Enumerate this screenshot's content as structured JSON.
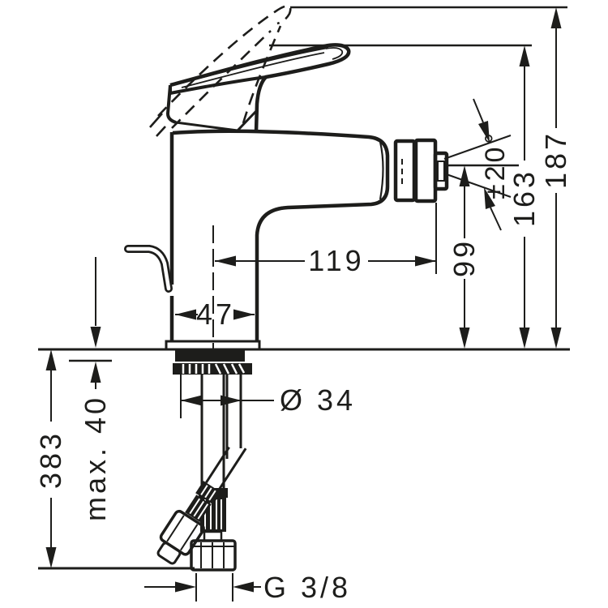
{
  "drawing": {
    "kind": "technical-dimension-drawing",
    "units": "mm",
    "ink_color": "#1d1d1b",
    "background_color": "#ffffff",
    "dims": {
      "total_height": "187",
      "height_to_lever": "163",
      "spout_outlet_height": "99",
      "lever_swivel_range": "±20°",
      "spout_reach": "119",
      "body_width": "47",
      "tap_hole_diameter": "Ø 34",
      "max_deck_thickness": "max. 40",
      "hose_length": "383",
      "connection_thread": "G 3/8"
    }
  }
}
